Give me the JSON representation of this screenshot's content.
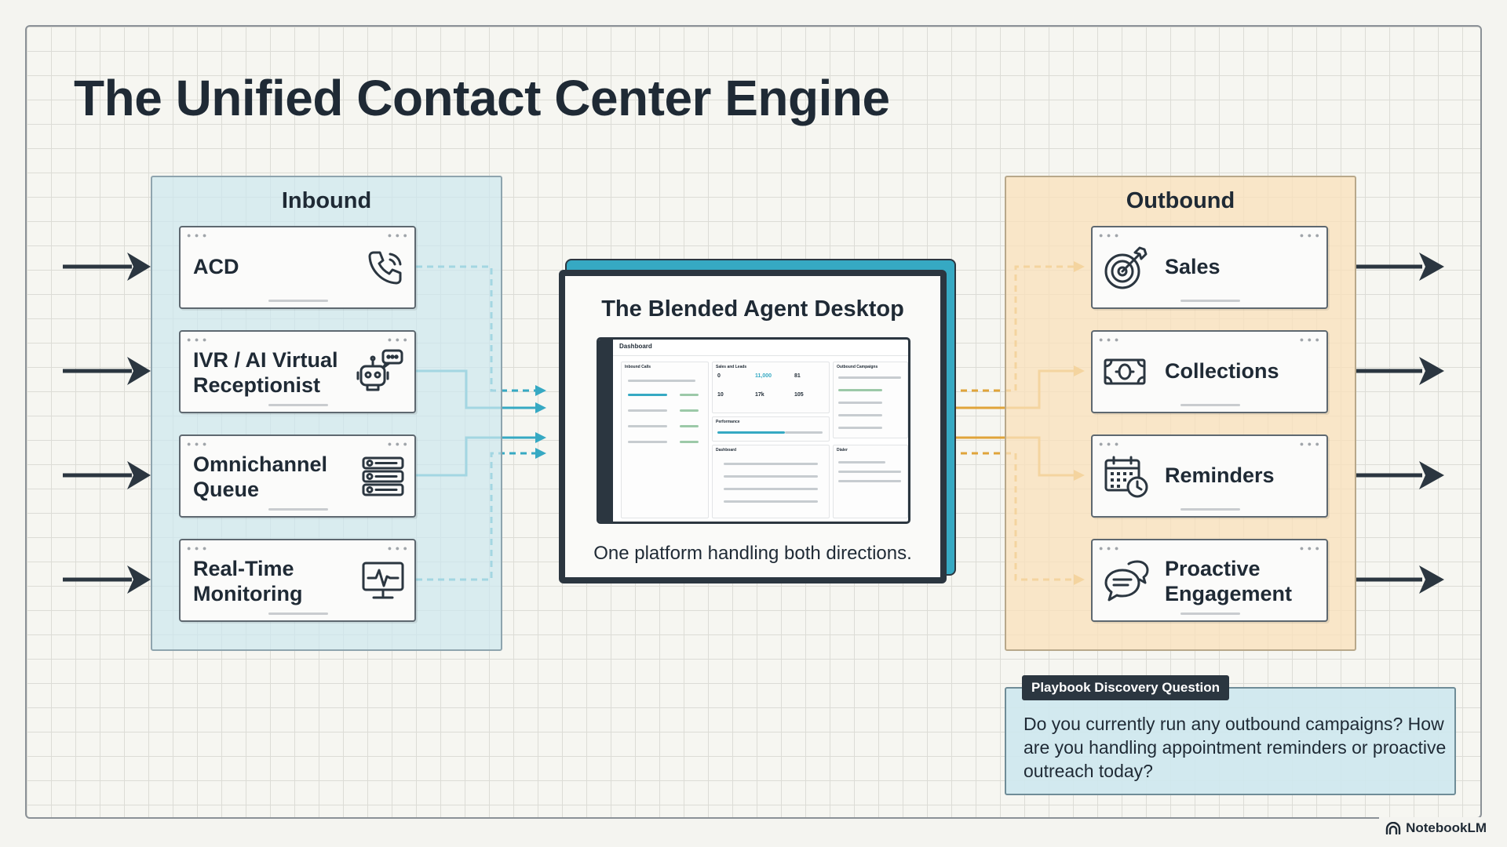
{
  "title": "The Unified Contact Center Engine",
  "inbound": {
    "title": "Inbound",
    "items": [
      {
        "label": "ACD",
        "icon": "phone-icon"
      },
      {
        "label": "IVR / AI Virtual\nReceptionist",
        "icon": "robot-chat-icon"
      },
      {
        "label": "Omnichannel\nQueue",
        "icon": "queue-list-icon"
      },
      {
        "label": "Real-Time\nMonitoring",
        "icon": "monitor-pulse-icon"
      }
    ]
  },
  "outbound": {
    "title": "Outbound",
    "items": [
      {
        "label": "Sales",
        "icon": "target-icon"
      },
      {
        "label": "Collections",
        "icon": "money-icon"
      },
      {
        "label": "Reminders",
        "icon": "calendar-clock-icon"
      },
      {
        "label": "Proactive\nEngagement",
        "icon": "chat-bubbles-icon"
      }
    ]
  },
  "center": {
    "title": "The Blended Agent Desktop",
    "caption": "One platform handling both directions.",
    "mock": {
      "header": "Dashboard",
      "panels": [
        "Inbound Calls",
        "Sales and Leads",
        "Outbound Campaigns",
        "Performance",
        "Dashboard",
        "Dialer"
      ],
      "numbers": [
        "0",
        "11,000",
        "81",
        "10",
        "17k",
        "105"
      ]
    }
  },
  "note": {
    "tag": "Playbook Discovery Question",
    "text": "Do you currently run any outbound campaigns? How are you handling appointment reminders or proactive outreach today?"
  },
  "brand": "NotebookLM",
  "colors": {
    "teal": "#36a9c3",
    "amber": "#e0a43a",
    "ink": "#2b3640",
    "inbound_panel": "#cde8ee",
    "outbound_panel": "#fae2bc"
  }
}
